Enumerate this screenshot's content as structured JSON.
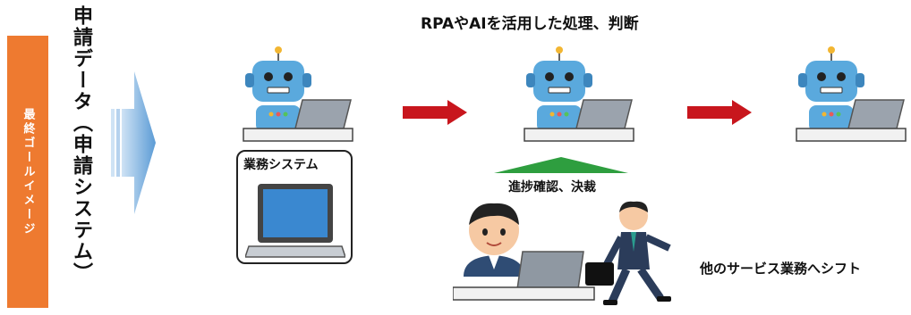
{
  "left_banner": {
    "label": "最終ゴールイメージ"
  },
  "application_data": {
    "label": "申請データ（申請システム）"
  },
  "top_label": "RPAやAIを活用した処理、判断",
  "business_system_label": "業務システム",
  "progress_label": "進捗確認、決裁",
  "shift_label": "他のサービス業務へシフト",
  "icons": [
    "arrow-right-icon",
    "robot-icon",
    "laptop-icon",
    "worker-icon",
    "businessman-icon"
  ],
  "colors": {
    "banner": "#ee7a30",
    "flow_arrow": "#c8161d",
    "up_arrow": "#2e9e3f",
    "big_arrow": "#5b9bd5",
    "robot": "#5aa9dd"
  }
}
